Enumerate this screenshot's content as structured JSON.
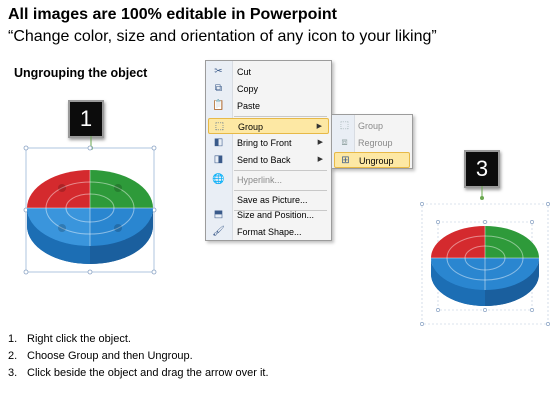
{
  "header": {
    "title": "All images are 100% editable in Powerpoint",
    "subtitle": "“Change color, size and orientation of any icon to your liking”"
  },
  "section_title": "Ungrouping the object",
  "badges": {
    "step1": "1",
    "step3": "3"
  },
  "context_menu": {
    "items": [
      {
        "icon": "scissors-icon",
        "label": "Cut"
      },
      {
        "icon": "copy-icon",
        "label": "Copy"
      },
      {
        "icon": "paste-icon",
        "label": "Paste"
      },
      {
        "icon": "group-icon",
        "label": "Group"
      },
      {
        "icon": "bring-to-front-icon",
        "label": "Bring to Front"
      },
      {
        "icon": "send-to-back-icon",
        "label": "Send to Back"
      },
      {
        "icon": "hyperlink-icon",
        "label": "Hyperlink..."
      },
      {
        "icon": "",
        "label": "Save as Picture..."
      },
      {
        "icon": "size-position-icon",
        "label": "Size and Position..."
      },
      {
        "icon": "format-shape-icon",
        "label": "Format Shape..."
      }
    ]
  },
  "group_submenu": {
    "items": [
      {
        "icon": "group-icon",
        "label": "Group"
      },
      {
        "icon": "regroup-icon",
        "label": "Regroup"
      },
      {
        "icon": "ungroup-icon",
        "label": "Ungroup"
      }
    ]
  },
  "instructions": [
    {
      "num": "1.",
      "text": "Right click the object."
    },
    {
      "num": "2.",
      "text": "Choose Group and then Ungroup."
    },
    {
      "num": "3.",
      "text": "Click beside the object and drag the arrow over it."
    }
  ],
  "colors": {
    "red": "#d42a2e",
    "green": "#2e9a3a",
    "blue": "#2a86d0",
    "menu_highlight": "#fde8a4"
  }
}
